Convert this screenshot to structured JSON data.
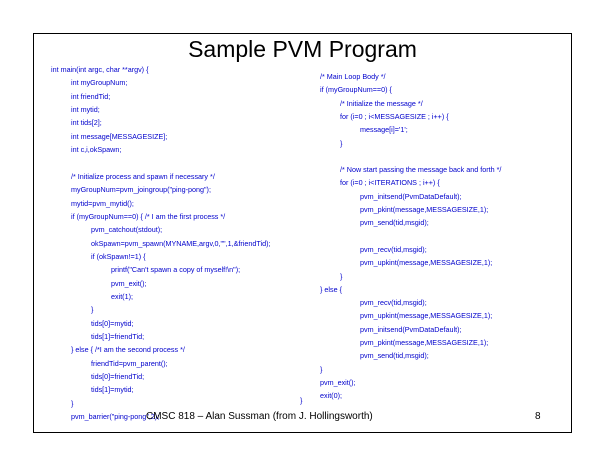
{
  "slide": {
    "title": "Sample PVM Program",
    "footer": "CMSC 818 – Alan Sussman (from J. Hollingsworth)",
    "page_number": "8"
  },
  "code_left": [
    {
      "indent": 0,
      "text": "int main(int argc, char **argv) {"
    },
    {
      "indent": 1,
      "text": "int myGroupNum;"
    },
    {
      "indent": 1,
      "text": "int friendTid;"
    },
    {
      "indent": 1,
      "text": "int mytid;"
    },
    {
      "indent": 1,
      "text": "int tids[2];"
    },
    {
      "indent": 1,
      "text": "int message[MESSAGESIZE];"
    },
    {
      "indent": 1,
      "text": "int c,i,okSpawn;"
    },
    {
      "indent": 1,
      "text": ""
    },
    {
      "indent": 1,
      "text": "/* Initialize process and spawn if necessary */"
    },
    {
      "indent": 1,
      "text": "myGroupNum=pvm_joingroup(\"ping-pong\");"
    },
    {
      "indent": 1,
      "text": "mytid=pvm_mytid();"
    },
    {
      "indent": 1,
      "text": "if (myGroupNum==0) { /* I am the first process */"
    },
    {
      "indent": 2,
      "text": "pvm_catchout(stdout);"
    },
    {
      "indent": 2,
      "text": "okSpawn=pvm_spawn(MYNAME,argv,0,\"\",1,&friendTid);"
    },
    {
      "indent": 2,
      "text": "if (okSpawn!=1) {"
    },
    {
      "indent": 3,
      "text": "printf(\"Can't spawn a copy of myself!\\n\");"
    },
    {
      "indent": 3,
      "text": "pvm_exit();"
    },
    {
      "indent": 3,
      "text": "exit(1);"
    },
    {
      "indent": 2,
      "text": "}"
    },
    {
      "indent": 2,
      "text": "tids[0]=mytid;"
    },
    {
      "indent": 2,
      "text": "tids[1]=friendTid;"
    },
    {
      "indent": 1,
      "text": "} else { /*I am the second process */"
    },
    {
      "indent": 2,
      "text": "friendTid=pvm_parent();"
    },
    {
      "indent": 2,
      "text": "tids[0]=friendTid;"
    },
    {
      "indent": 2,
      "text": "tids[1]=mytid;"
    },
    {
      "indent": 1,
      "text": "}"
    },
    {
      "indent": 1,
      "text": "pvm_barrier(\"ping-pong\",2);"
    }
  ],
  "code_right": [
    {
      "indent": 0,
      "text": "/* Main Loop Body */"
    },
    {
      "indent": 0,
      "text": "if (myGroupNum==0) {"
    },
    {
      "indent": 1,
      "text": "/* Initialize the message */"
    },
    {
      "indent": 1,
      "text": "for (i=0 ; i<MESSAGESIZE ; i++) {"
    },
    {
      "indent": 2,
      "text": "message[i]='1';"
    },
    {
      "indent": 1,
      "text": "}"
    },
    {
      "indent": 1,
      "text": ""
    },
    {
      "indent": 1,
      "text": "/* Now start passing the message back and forth */"
    },
    {
      "indent": 1,
      "text": "for (i=0 ; i<ITERATIONS ; i++) {"
    },
    {
      "indent": 2,
      "text": "pvm_initsend(PvmDataDefault);"
    },
    {
      "indent": 2,
      "text": "pvm_pkint(message,MESSAGESIZE,1);"
    },
    {
      "indent": 2,
      "text": "pvm_send(tid,msgid);"
    },
    {
      "indent": 2,
      "text": ""
    },
    {
      "indent": 2,
      "text": "pvm_recv(tid,msgid);"
    },
    {
      "indent": 2,
      "text": "pvm_upkint(message,MESSAGESIZE,1);"
    },
    {
      "indent": 1,
      "text": "}"
    },
    {
      "indent": 0,
      "text": "} else {"
    },
    {
      "indent": 2,
      "text": "pvm_recv(tid,msgid);"
    },
    {
      "indent": 2,
      "text": "pvm_upkint(message,MESSAGESIZE,1);"
    },
    {
      "indent": 2,
      "text": "pvm_initsend(PvmDataDefault);"
    },
    {
      "indent": 2,
      "text": "pvm_pkint(message,MESSAGESIZE,1);"
    },
    {
      "indent": 2,
      "text": "pvm_send(tid,msgid);"
    },
    {
      "indent": 0,
      "text": "}"
    },
    {
      "indent": 0,
      "text": "pvm_exit();"
    },
    {
      "indent": 0,
      "text": "exit(0);"
    },
    {
      "indent": -1,
      "text": "}"
    }
  ]
}
